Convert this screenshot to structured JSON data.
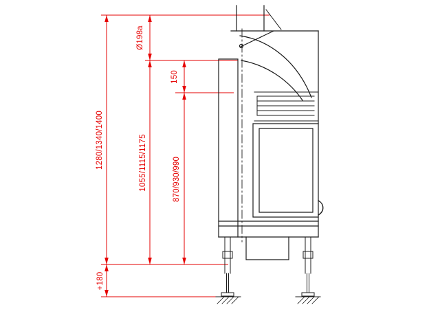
{
  "colors": {
    "dimension": "#e60000",
    "drawing": "#1c1c1c",
    "background": "#ffffff"
  },
  "labels": {
    "flue_diameter": "Ø198a",
    "total_height": "1280/1340/1400",
    "mid_height": "1055/1115/1175",
    "upper_gap": "150",
    "lower_height": "870/930/990",
    "foot_adjustment": "+180"
  }
}
